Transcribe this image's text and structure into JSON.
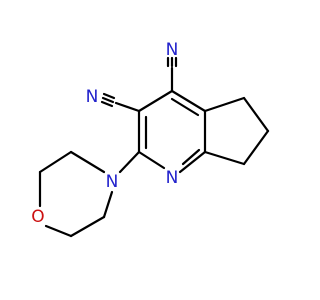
{
  "molecule": {
    "atoms": {
      "n_cyano_top": "N",
      "n_cyano_left": "N",
      "n_ring": "N",
      "n_morpholine": "N",
      "o_morpholine": "O"
    },
    "colors": {
      "nitrogen": "#2222cc",
      "oxygen": "#cc1111",
      "carbon_bond": "#000000"
    }
  }
}
